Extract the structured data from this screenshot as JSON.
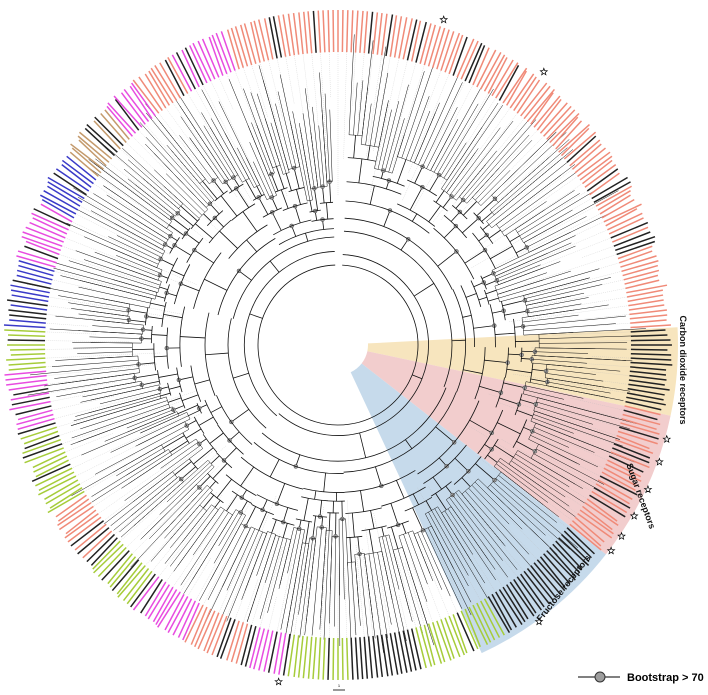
{
  "figure": {
    "clades": [
      {
        "label": "Carbon dioxide receptors",
        "color": "#f6e1b3"
      },
      {
        "label": "Sugar receptors",
        "color": "#f0c4c4"
      },
      {
        "label": "Fructose receptors",
        "color": "#bcd3e8"
      }
    ],
    "legend": {
      "label": "Bootstrap > 70",
      "node_color": "#9e9e9e"
    },
    "scale_label": "1",
    "tip_colors": {
      "salmon": "#f08a78",
      "green": "#a6cc3a",
      "magenta": "#e84ce0",
      "blue": "#3a3ac8",
      "tan": "#c49a6c",
      "black": "#222222"
    },
    "marker_icon": "star-icon"
  }
}
